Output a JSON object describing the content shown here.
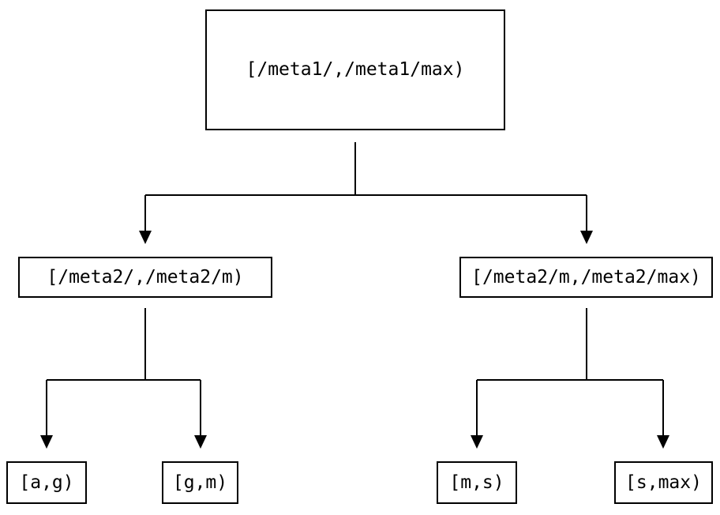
{
  "diagram": {
    "type": "binary-interval-tree",
    "background_color": "#ffffff",
    "stroke_color": "#000000",
    "text_color": "#000000",
    "root": {
      "label": "[/meta1/,/meta1/max)"
    },
    "level2": {
      "left": {
        "label": "[/meta2/,/meta2/m)"
      },
      "right": {
        "label": "[/meta2/m,/meta2/max)"
      }
    },
    "leaves": {
      "ag": {
        "label": "[a,g)"
      },
      "gm": {
        "label": "[g,m)"
      },
      "ms": {
        "label": "[m,s)"
      },
      "smax": {
        "label": "[s,max)"
      }
    }
  }
}
